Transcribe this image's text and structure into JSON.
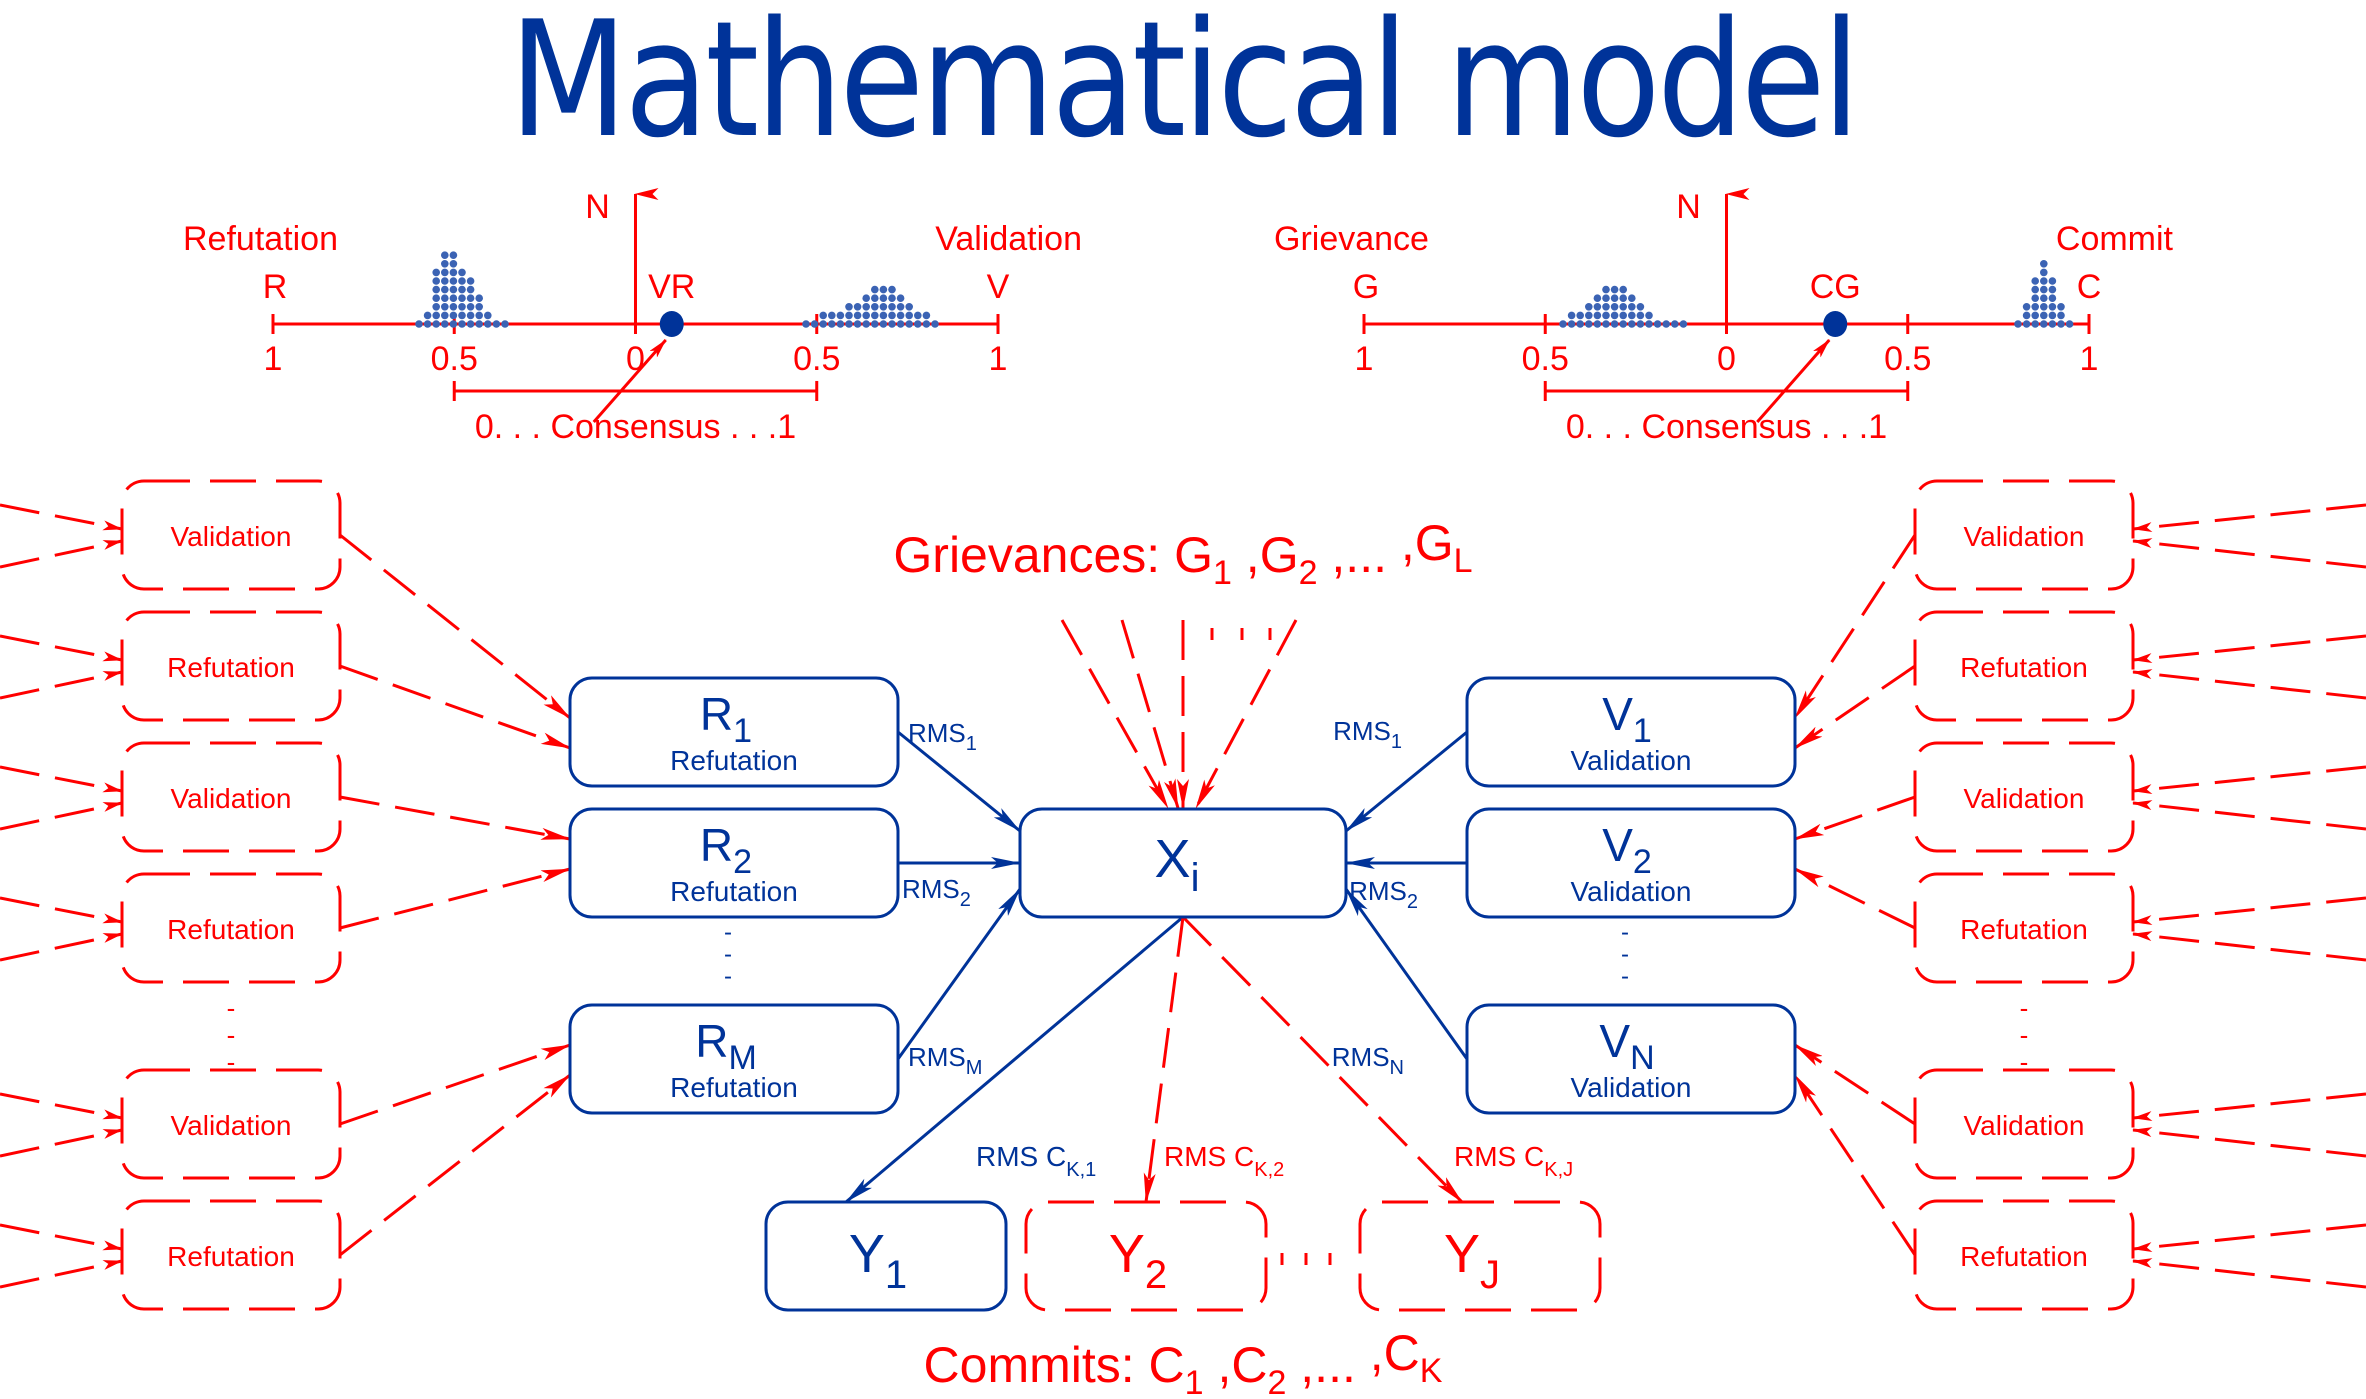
{
  "title": "Mathematical model",
  "colors": {
    "title": "#003399",
    "red": "#ff0000",
    "blue": "#003399",
    "dot": "#3b63b4"
  },
  "scales": [
    {
      "id": "vr",
      "left_label": "Refutation",
      "right_label": "Validation",
      "left_letter": "R",
      "right_letter": "V",
      "axis_label": "N",
      "marker_label": "VR",
      "ticks": [
        "1",
        "0.5",
        "0",
        "0.5",
        "1"
      ],
      "consensus_label": "0. . . Consensus . . .1",
      "marker_value": 0.1,
      "left_histogram_columns": [
        1,
        2,
        7,
        9,
        9,
        7,
        6,
        4,
        2,
        1,
        1
      ],
      "right_histogram_columns": [
        1,
        1,
        2,
        2,
        2,
        3,
        3,
        4,
        5,
        5,
        5,
        4,
        3,
        2,
        2,
        1
      ]
    },
    {
      "id": "cg",
      "left_label": "Grievance",
      "right_label": "Commit",
      "left_letter": "G",
      "right_letter": "C",
      "axis_label": "N",
      "marker_label": "CG",
      "ticks": [
        "1",
        "0.5",
        "0",
        "0.5",
        "1"
      ],
      "consensus_label": "0. . . Consensus . . .1",
      "marker_value": 0.3,
      "left_histogram_columns": [
        1,
        2,
        2,
        3,
        4,
        5,
        5,
        5,
        4,
        3,
        2,
        1,
        1,
        1,
        1
      ],
      "right_histogram_columns": [
        1,
        3,
        6,
        8,
        6,
        3,
        1
      ]
    }
  ],
  "left_sources": [
    "Validation",
    "Refutation",
    "Validation",
    "Refutation",
    "Validation",
    "Refutation"
  ],
  "right_sources": [
    "Validation",
    "Refutation",
    "Validation",
    "Refutation",
    "Validation",
    "Refutation"
  ],
  "refuters": [
    {
      "letter": "R",
      "sub": "1",
      "caption": "Refutation",
      "edge_label": "RMS",
      "edge_sub": "1"
    },
    {
      "letter": "R",
      "sub": "2",
      "caption": "Refutation",
      "edge_label": "RMS",
      "edge_sub": "2"
    },
    {
      "letter": "R",
      "sub": "M",
      "caption": "Refutation",
      "edge_label": "RMS",
      "edge_sub": "M"
    }
  ],
  "validators": [
    {
      "letter": "V",
      "sub": "1",
      "caption": "Validation",
      "edge_label": "RMS",
      "edge_sub": "1"
    },
    {
      "letter": "V",
      "sub": "2",
      "caption": "Validation",
      "edge_label": "RMS",
      "edge_sub": "2"
    },
    {
      "letter": "V",
      "sub": "N",
      "caption": "Validation",
      "edge_label": "RMS",
      "edge_sub": "N"
    }
  ],
  "center": {
    "letter": "X",
    "sub": "i"
  },
  "grievances": {
    "prefix": "Grievances: ",
    "items": [
      [
        "G",
        "1"
      ],
      [
        "G",
        "2"
      ],
      [
        "...",
        ""
      ],
      [
        "G",
        "L"
      ]
    ]
  },
  "outputs": [
    {
      "letter": "Y",
      "sub": "1",
      "edge_label": "RMS C",
      "edge_sub": "K,1",
      "style": "solid"
    },
    {
      "letter": "Y",
      "sub": "2",
      "edge_label": "RMS C",
      "edge_sub": "K,2",
      "style": "dashed"
    },
    {
      "letter": "Y",
      "sub": "J",
      "edge_label": "RMS C",
      "edge_sub": "K,J",
      "style": "dashed"
    }
  ],
  "commits": {
    "prefix": "Commits: ",
    "items": [
      [
        "C",
        "1"
      ],
      [
        "C",
        "2"
      ],
      [
        "...",
        ""
      ],
      [
        "C",
        "K"
      ]
    ]
  },
  "ellipsis": "-"
}
